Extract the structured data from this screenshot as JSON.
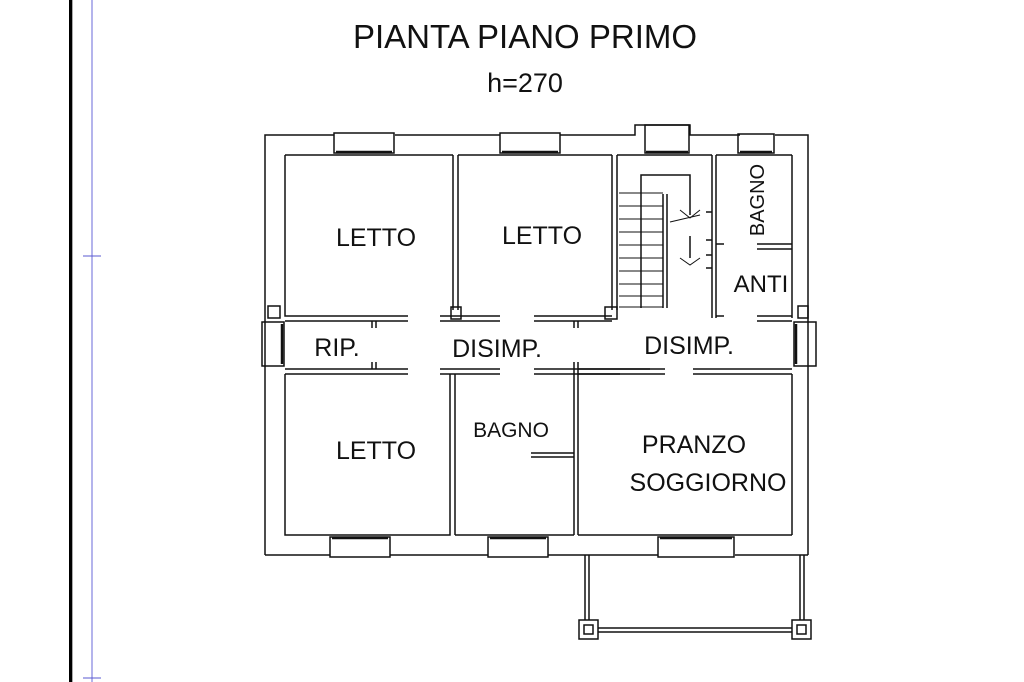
{
  "title": "PIANTA PIANO PRIMO",
  "subtitle": "h=270",
  "rooms": [
    {
      "id": "letto-1",
      "label": "LETTO"
    },
    {
      "id": "letto-2",
      "label": "LETTO"
    },
    {
      "id": "bagno-1",
      "label": "BAGNO"
    },
    {
      "id": "anti",
      "label": "ANTI"
    },
    {
      "id": "rip",
      "label": "RIP."
    },
    {
      "id": "disimp-1",
      "label": "DISIMP."
    },
    {
      "id": "disimp-2",
      "label": "DISIMP."
    },
    {
      "id": "letto-3",
      "label": "LETTO"
    },
    {
      "id": "bagno-2",
      "label": "BAGNO"
    },
    {
      "id": "pranzo",
      "label": "PRANZO"
    },
    {
      "id": "soggiorno",
      "label": "SOGGIORNO"
    }
  ],
  "colors": {
    "wall": "#111111",
    "guide_line": "#5a5ad0",
    "border": "#000000"
  }
}
